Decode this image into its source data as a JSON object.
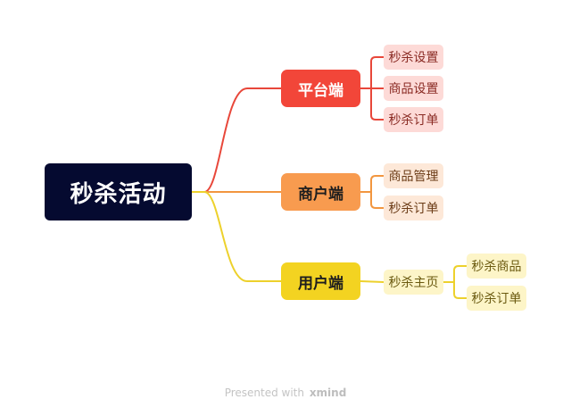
{
  "root": {
    "label": "秒杀活动",
    "bg": "#050a30",
    "color": "#ffffff"
  },
  "branches": [
    {
      "label": "平台端",
      "bg": "#f24639",
      "text": "#ffffff",
      "line": "#e8473a",
      "sub_bg": "#fddad7",
      "sub_text": "#8a2b24",
      "children": [
        {
          "label": "秒杀设置"
        },
        {
          "label": "商品设置"
        },
        {
          "label": "秒杀订单"
        }
      ]
    },
    {
      "label": "商户端",
      "bg": "#f89b4f",
      "text": "#1e1e1e",
      "line": "#f2963f",
      "sub_bg": "#fde8d8",
      "sub_text": "#6b3b16",
      "children": [
        {
          "label": "商品管理"
        },
        {
          "label": "秒杀订单"
        }
      ]
    },
    {
      "label": "用户端",
      "bg": "#f3d321",
      "text": "#1e1e1e",
      "line": "#edd12c",
      "sub_bg": "#fdf5c8",
      "sub_text": "#6b5a10",
      "children": [
        {
          "label": "秒杀主页",
          "children": [
            {
              "label": "秒杀商品"
            },
            {
              "label": "秒杀订单"
            }
          ]
        }
      ]
    }
  ],
  "footer": {
    "prefix": "Presented with",
    "brand": "xmind"
  }
}
